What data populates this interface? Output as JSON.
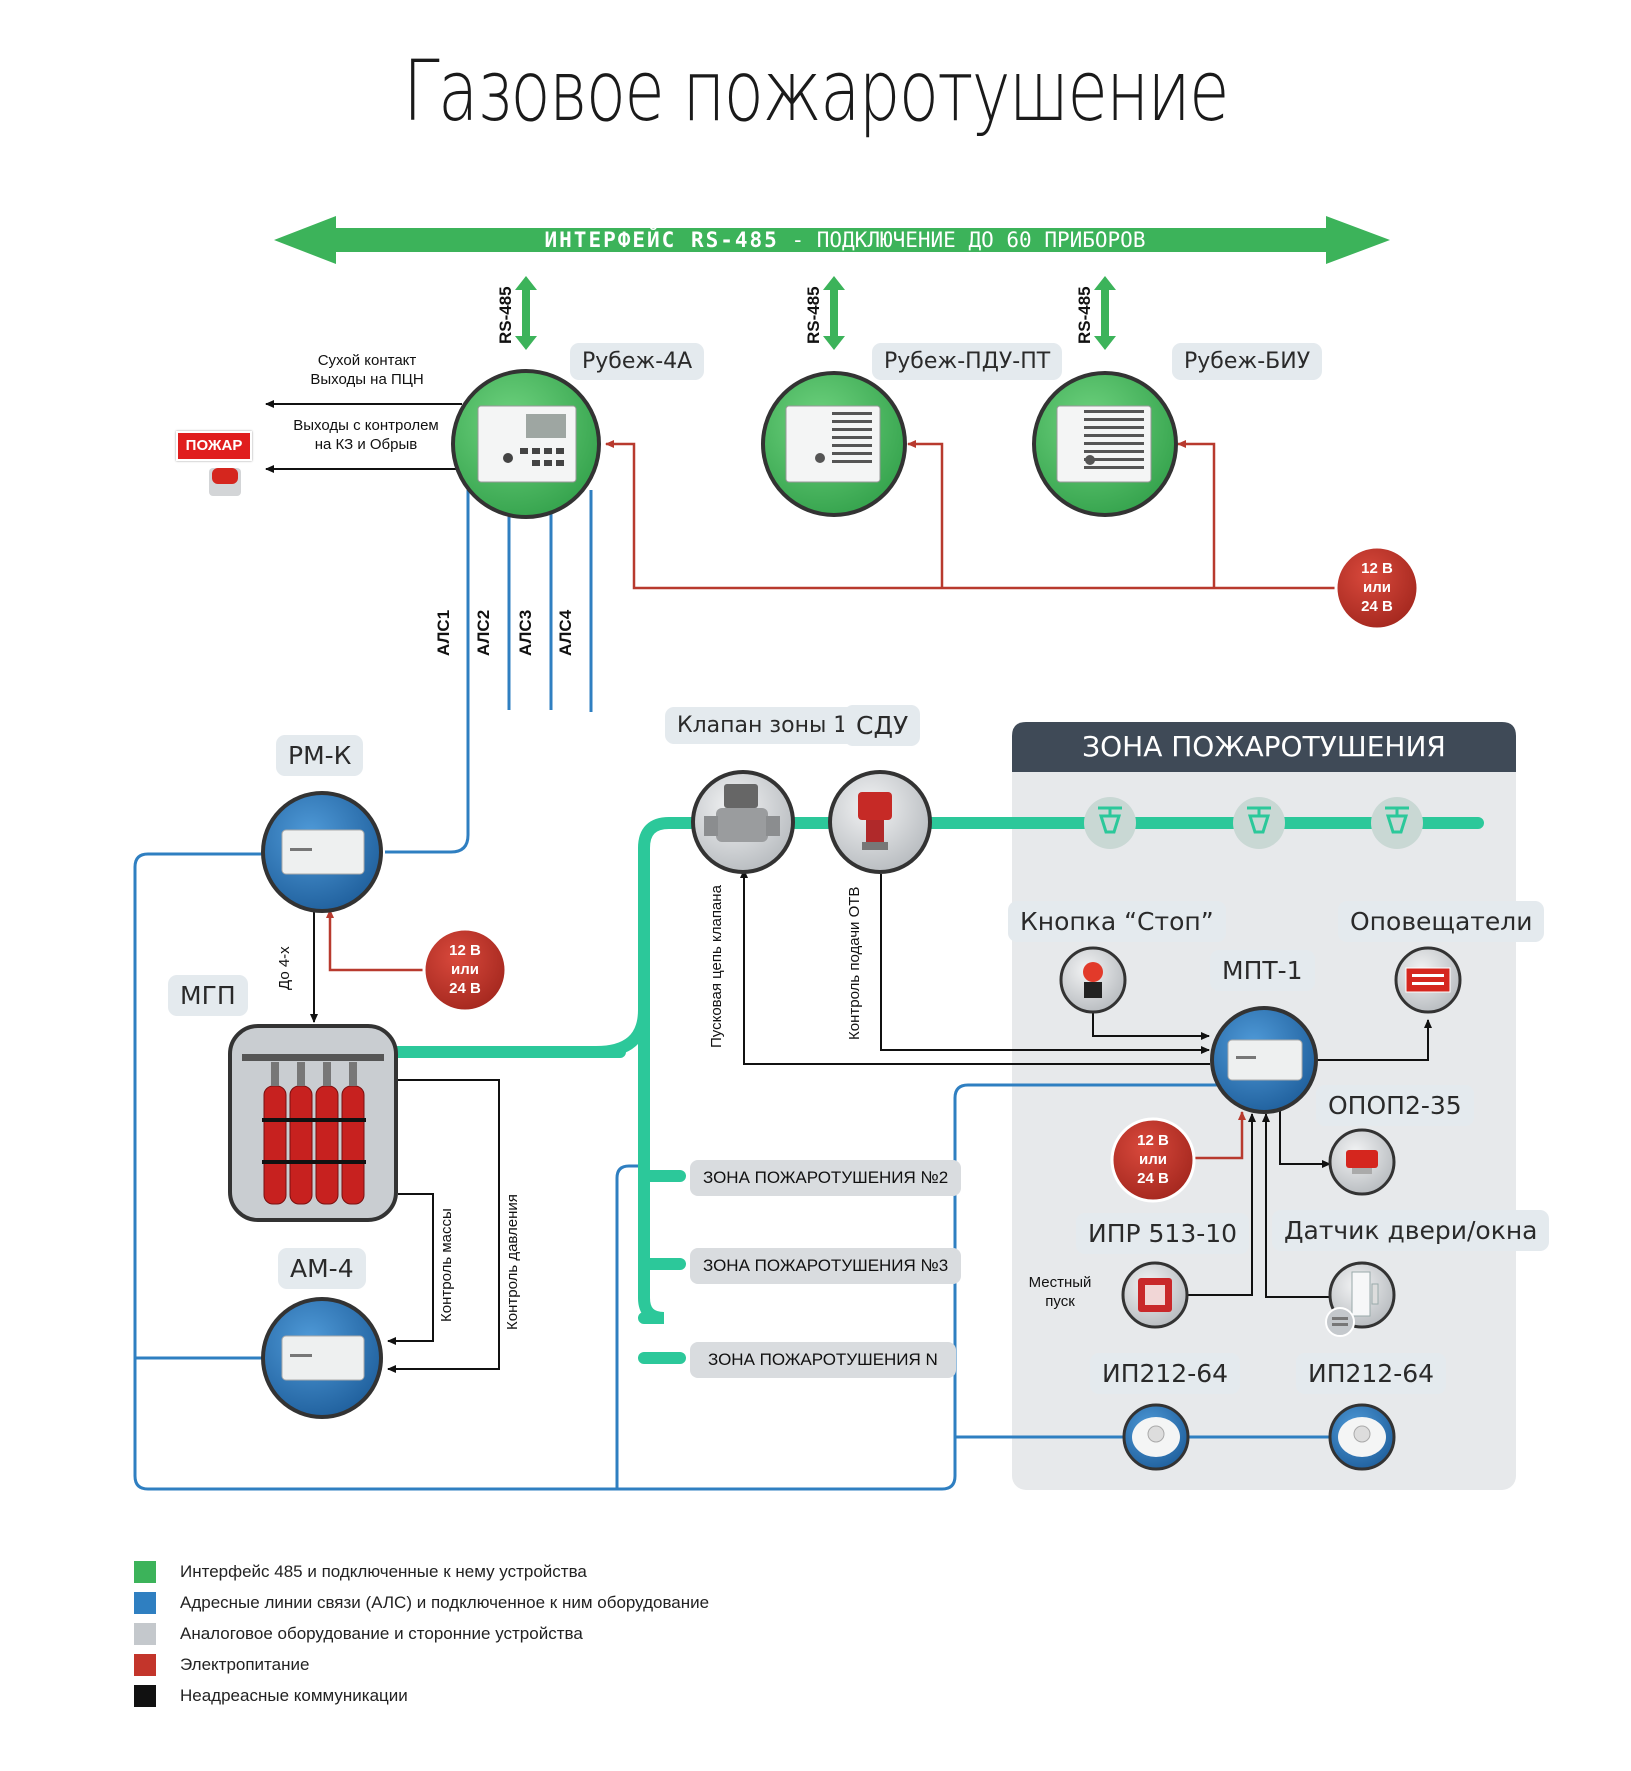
{
  "title": "Газовое пожаротушение",
  "interface": {
    "strong": "ИНТЕРФЕЙС RS-485",
    "rest": " - ПОДКЛЮЧЕНИЕ ДО 60 ПРИБОРОВ"
  },
  "rs485_label": "RS-485",
  "devices": {
    "rubezh4a": "Рубеж-4А",
    "rubezh_pdu": "Рубеж-ПДУ-ПТ",
    "rubezh_biu": "Рубеж-БИУ",
    "rmk": "РМ-К",
    "mgp": "МГП",
    "am4": "АМ-4",
    "klapan": "Клапан зоны 1",
    "sdu": "СДУ",
    "mpt1": "МПТ-1",
    "knopka_stop": "Кнопка “Стоп”",
    "opovesh": "Оповещатели",
    "opop": "ОПОП2-35",
    "ipr": "ИПР 513-10",
    "door": "Датчик двери/окна",
    "ip212_a": "ИП212-64",
    "ip212_b": "ИП212-64"
  },
  "notes": {
    "dry_contact": "Сухой контакт",
    "pcn_outputs": "Выходы на ПЦН",
    "ctrl_outputs": "Выходы с контролем",
    "kz_break": "на КЗ и Обрыв",
    "fire_sign": "ПОЖАР",
    "up_to_4": "До 4-х",
    "mass_ctrl": "Контроль массы",
    "pressure_ctrl": "Контроль давления",
    "start_circuit": "Пусковая цепь клапана",
    "otv_ctrl": "Контроль подачи ОТВ",
    "local_start_1": "Местный",
    "local_start_2": "пуск"
  },
  "als": [
    "АЛС1",
    "АЛС2",
    "АЛС3",
    "АЛС4"
  ],
  "power": {
    "line1": "12 В",
    "line2": "или",
    "line3": "24 В"
  },
  "zone_header": "ЗОНА ПОЖАРОТУШЕНИЯ",
  "zones": [
    "ЗОНА ПОЖАРОТУШЕНИЯ №2",
    "ЗОНА ПОЖАРОТУШЕНИЯ №3",
    "ЗОНА ПОЖАРОТУШЕНИЯ N"
  ],
  "legend": [
    {
      "color": "#3cb35a",
      "label": "Интерфейс 485 и подключенные к нему устройства"
    },
    {
      "color": "#2f7fc1",
      "label": "Адресные линии связи (АЛС) и подключенное к ним оборудование"
    },
    {
      "color": "#c4c8cc",
      "label": "Аналоговое оборудование и сторонние устройства"
    },
    {
      "color": "#c3352b",
      "label": "Электропитание"
    },
    {
      "color": "#111111",
      "label": "Неадреасные коммуникации"
    }
  ],
  "colors": {
    "green": "#3cb35a",
    "blue": "#2f7fc1",
    "red": "#b83a2e",
    "teal": "#2cc89a",
    "zone_bg": "#e7e9eb",
    "zone_header": "#3f4a57"
  }
}
